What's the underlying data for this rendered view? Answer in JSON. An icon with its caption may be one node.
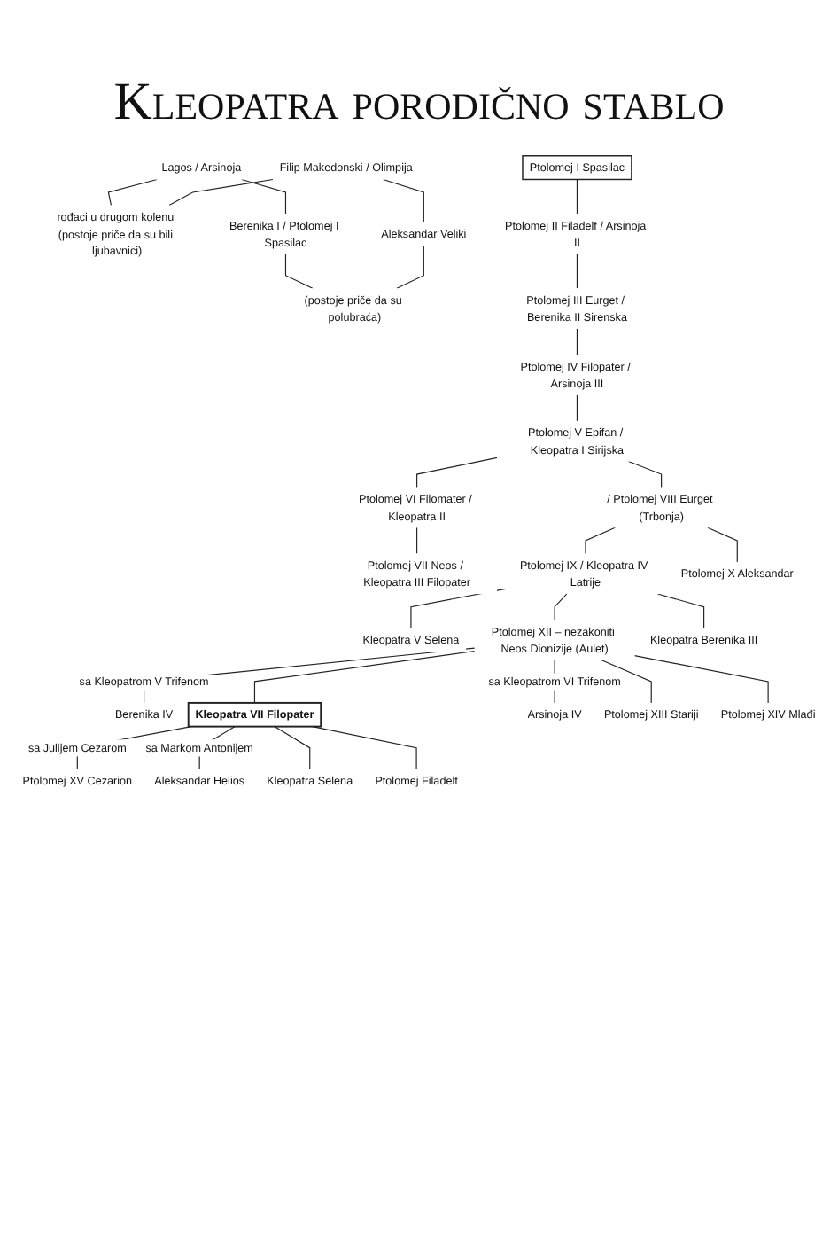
{
  "diagram": {
    "title": "Kleopatra porodično stablo",
    "nodes": [
      {
        "text": [
          "Lagos / Arsinoja"
        ]
      },
      {
        "text": [
          "Filip Makedonski / Olimpija"
        ]
      },
      {
        "text": [
          "rođaci u drugom kolenu (postoje priče da su bili ljubavnici)"
        ]
      },
      {
        "text": [
          "Ptolomej I Spasilac"
        ]
      },
      {
        "text": [
          "Berenika I / Ptolomej I Spasilac"
        ]
      },
      {
        "text": [
          "Aleksandar Veliki"
        ]
      },
      {
        "text": [
          "(postoje priče da su polubraća)"
        ]
      },
      {
        "text": [
          "Ptolomej II Filadelf / Arsinoja II"
        ]
      },
      {
        "text": [
          "Ptolomej III Eurget / Berenika II Sirenska"
        ]
      },
      {
        "text": [
          "Ptolomej IV Filopater / Arsinoja III"
        ]
      },
      {
        "text": [
          "Ptolomej V Epifan / Kleopatra I Sirijska"
        ]
      },
      {
        "text": [
          "Ptolomej VI Filomater / Kleopatra II"
        ]
      },
      {
        "text": [
          "/ Ptolomej VIII Eurget (Trbonja)"
        ]
      },
      {
        "text": [
          "Ptolomej VII Neos / Kleopatra III Filopater"
        ]
      },
      {
        "text": [
          "Ptolomej IX / Kleopatra IV Latrije"
        ]
      },
      {
        "text": [
          "Ptolomej X Aleksandar"
        ]
      },
      {
        "text": [
          "Kleopatra V Selena"
        ]
      },
      {
        "text": [
          "Ptolomej XII – nezakoniti Neos Dionizije (Aulet)"
        ]
      },
      {
        "text": [
          "Kleopatra Berenika III"
        ]
      },
      {
        "text": [
          "Berenika IV"
        ]
      },
      {
        "text": [
          "Kleopatra VII Filopater"
        ]
      },
      {
        "text": [
          "Arsinoja IV"
        ]
      },
      {
        "text": [
          "Ptolomej XIII Stariji"
        ]
      },
      {
        "text": [
          "Ptolomej XIV Mlađi"
        ]
      },
      {
        "text": [
          "Ptolomej XV Cezarion"
        ]
      },
      {
        "text": [
          "Aleksandar Helios"
        ]
      },
      {
        "text": [
          "Kleopatra Selena"
        ]
      },
      {
        "text": [
          "Ptolomej Filadelf"
        ]
      }
    ],
    "edges": [
      {
        "from": 0,
        "to": 2,
        "arrow": "none"
      },
      {
        "from": 1,
        "to": 2,
        "arrow": "none"
      },
      {
        "from": 0,
        "to": 4,
        "arrow": "none"
      },
      {
        "from": 1,
        "to": 5,
        "arrow": "none"
      },
      {
        "from": 4,
        "to": 6,
        "arrow": "none"
      },
      {
        "from": 5,
        "to": 6,
        "arrow": "none"
      },
      {
        "from": 3,
        "to": 7,
        "arrow": "none"
      },
      {
        "from": 7,
        "to": 8,
        "arrow": "none"
      },
      {
        "from": 8,
        "to": 9,
        "arrow": "none"
      },
      {
        "from": 9,
        "to": 10,
        "arrow": "none"
      },
      {
        "from": 10,
        "to": 11,
        "arrow": "none"
      },
      {
        "from": 10,
        "to": 12,
        "arrow": "none"
      },
      {
        "from": 11,
        "to": 13,
        "arrow": "none"
      },
      {
        "from": 12,
        "to": 14,
        "arrow": "none"
      },
      {
        "from": 12,
        "to": 15,
        "arrow": "none"
      },
      {
        "from": 14,
        "to": 16,
        "arrow": "none"
      },
      {
        "from": 14,
        "to": 17,
        "arrow": "none"
      },
      {
        "from": 14,
        "to": 18,
        "arrow": "none"
      },
      {
        "from": 17,
        "to": 19,
        "arrow": "none",
        "label": "sa Kleopatrom V Trifenom"
      },
      {
        "from": 17,
        "to": 20,
        "arrow": "none"
      },
      {
        "from": 17,
        "to": 21,
        "arrow": "none",
        "label": "sa Kleopatrom VI Trifenom"
      },
      {
        "from": 17,
        "to": 22,
        "arrow": "none"
      },
      {
        "from": 17,
        "to": 23,
        "arrow": "none"
      },
      {
        "from": 20,
        "to": 24,
        "arrow": "none",
        "label": "sa Julijem Cezarom"
      },
      {
        "from": 20,
        "to": 25,
        "arrow": "none",
        "label": "sa Markom Antonijem"
      },
      {
        "from": 20,
        "to": 26,
        "arrow": "none"
      },
      {
        "from": 20,
        "to": 27,
        "arrow": "none"
      }
    ]
  }
}
